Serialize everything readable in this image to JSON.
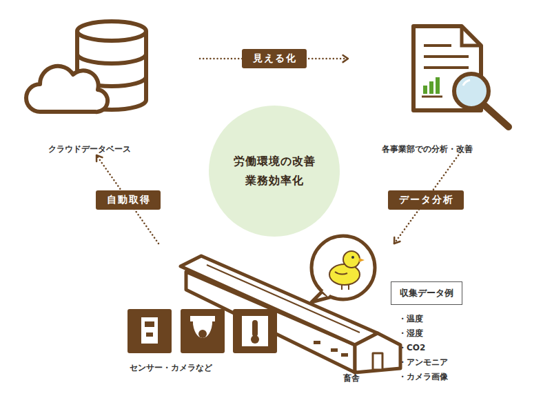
{
  "diagram": {
    "nodes": [
      {
        "text": [
          "クラウドデータベース"
        ]
      },
      {
        "text": [
          "各事業部での分析・改善"
        ]
      },
      {
        "text": [
          "労働環境の改善 業務効率化"
        ]
      },
      {
        "text": [
          "畜舎"
        ]
      },
      {
        "text": [
          "収集データ例"
        ]
      }
    ],
    "edges": [
      {
        "from": 0,
        "to": 1,
        "label": "見える化",
        "arrow": "to"
      },
      {
        "from": 1,
        "to": 3,
        "label": "データ分析",
        "arrow": "to"
      },
      {
        "from": 3,
        "to": 0,
        "label": "自動取得",
        "arrow": "to"
      }
    ],
    "labels": [
      "センサー・カメラなど",
      "・温度",
      "・湿度",
      "・CO2",
      "・アンモニア",
      "・カメラ画像"
    ]
  }
}
